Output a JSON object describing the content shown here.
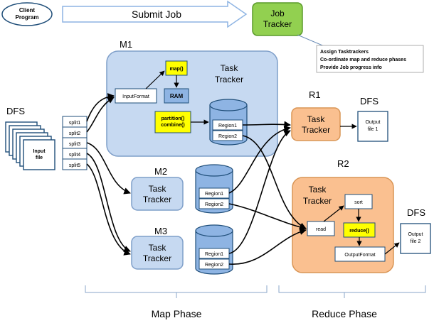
{
  "client_program": "Client\nProgram",
  "submit_job": "Submit Job",
  "job_tracker": "Job\nTracker",
  "job_tracker_notes": [
    "Assign Tasktrackers",
    "Co-ordinate map and reduce phases",
    "Provide Job progress info"
  ],
  "dfs": "DFS",
  "input_file": "Input\nfile",
  "splits": [
    "split1",
    "split2",
    "split3",
    "split4",
    "split5"
  ],
  "m1": {
    "title": "M1",
    "task_tracker": "Task\nTracker",
    "input_format": "InputFormat",
    "map": "map()",
    "ram": "RAM",
    "partition_combine": "partition()\ncombine()",
    "regions": [
      "Region1",
      "Region2"
    ]
  },
  "m2": {
    "title": "M2",
    "task_tracker": "Task\nTracker",
    "regions": [
      "Region1",
      "Region2"
    ]
  },
  "m3": {
    "title": "M3",
    "task_tracker": "Task\nTracker",
    "regions": [
      "Region1",
      "Region2"
    ]
  },
  "r1": {
    "title": "R1",
    "task_tracker": "Task\nTracker",
    "dfs": "DFS",
    "output": "Output\nfile 1"
  },
  "r2": {
    "title": "R2",
    "task_tracker": "Task\nTracker",
    "read": "read",
    "sort": "sort",
    "reduce": "reduce()",
    "output_format": "OutputFormat",
    "dfs": "DFS",
    "output": "Output\nfile 2"
  },
  "map_phase": "Map Phase",
  "reduce_phase": "Reduce Phase",
  "colors": {
    "mapper_fill": "#c6d9f1",
    "mapper_stroke": "#7f9fc9",
    "reducer_fill": "#fac090",
    "reducer_stroke": "#d99555",
    "job_tracker_fill": "#92d050",
    "highlight": "#ffff00",
    "cylinder": "#8eb4e3"
  }
}
